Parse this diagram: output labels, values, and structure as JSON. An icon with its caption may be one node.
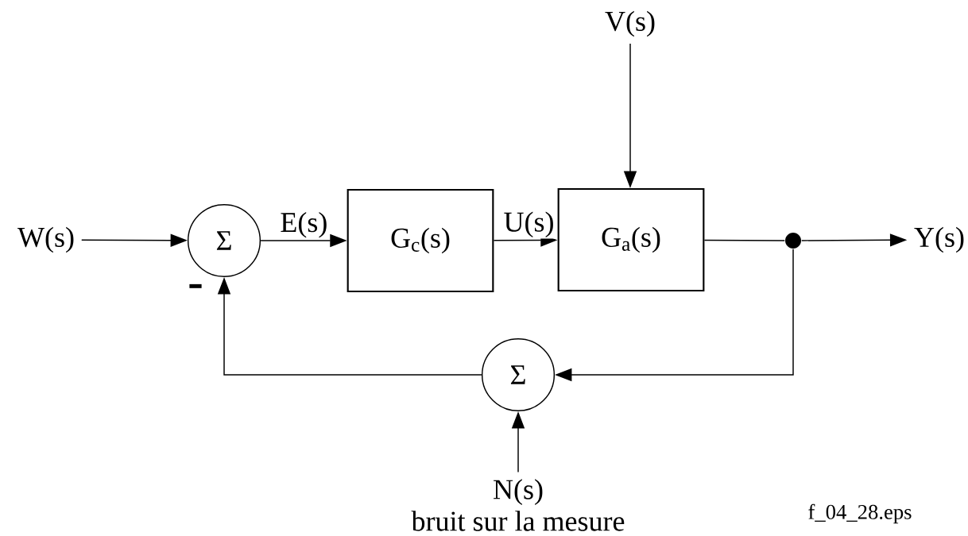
{
  "diagram": {
    "nodes": [
      {
        "text": [
          "W(s)"
        ]
      },
      {
        "text": [
          "Σ"
        ]
      },
      {
        "text": [
          "G$_{c}$(s)"
        ]
      },
      {
        "text": [
          "G$_{a}$(s)"
        ]
      },
      {
        "text": [
          "V(s)"
        ]
      },
      {
        "text": [],
        "shape": "circle"
      },
      {
        "text": [
          "Y(s)"
        ]
      },
      {
        "text": [
          "Σ"
        ]
      },
      {
        "text": [
          "N(s)",
          "bruit sur la mesure"
        ]
      }
    ],
    "edges": [
      {
        "from": 0,
        "to": 1,
        "arrow": "to"
      },
      {
        "from": 1,
        "to": 2,
        "arrow": "to",
        "label": "E(s)"
      },
      {
        "from": 2,
        "to": 3,
        "arrow": "to",
        "label": "U(s)"
      },
      {
        "from": 4,
        "to": 3,
        "arrow": "to"
      },
      {
        "from": 3,
        "to": 5,
        "arrow": "none"
      },
      {
        "from": 5,
        "to": 6,
        "arrow": "to"
      },
      {
        "from": 5,
        "to": 7,
        "arrow": "to"
      },
      {
        "from": 8,
        "to": 7,
        "arrow": "to"
      },
      {
        "from": 7,
        "to": 1,
        "arrow": "to"
      }
    ],
    "labels": [
      "-",
      "f_04_28.eps"
    ]
  }
}
